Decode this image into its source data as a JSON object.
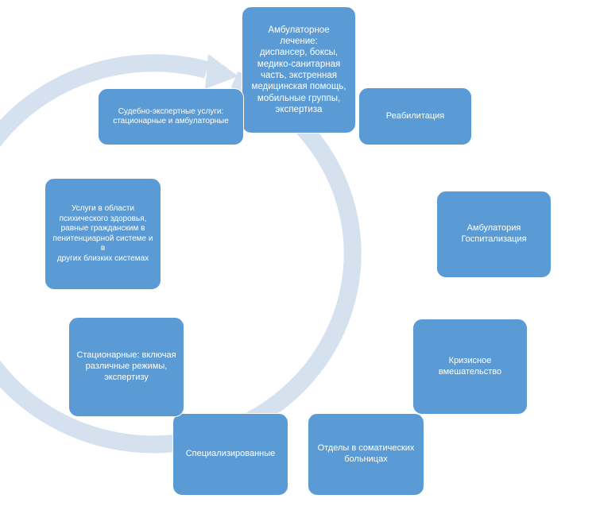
{
  "diagram": {
    "colors": {
      "node_fill": "#5b9bd5",
      "node_border": "#ffffff",
      "node_text": "#ffffff",
      "ring": "#d6e1f0"
    },
    "nodes": [
      {
        "id": "ambulatory-treatment",
        "text": "Амбулаторное лечение:\nдиспансер, боксы,\nмедико-санитарная\nчасть, экстренная\nмедицинская помощь,\nмобильные группы,\nэкспертиза"
      },
      {
        "id": "rehabilitation",
        "text": "Реабилитация"
      },
      {
        "id": "ambulatory-hospitalization",
        "text": "Амбулатория\nГоспитализация"
      },
      {
        "id": "crisis-intervention",
        "text": "Кризисное\nвмешательство"
      },
      {
        "id": "somatic-hospital-departments",
        "text": "Отделы в соматических\nбольницах"
      },
      {
        "id": "specialized",
        "text": "Специализированные"
      },
      {
        "id": "inpatient",
        "text": "Стационарные: включая\nразличные режимы,\nэкспертизу"
      },
      {
        "id": "penitentiary-mental-health",
        "text": "Услуги в области\nпсихического здоровья,\nравные гражданским в\nпенитенциарной системе и в\nдругих близких системах"
      },
      {
        "id": "forensic-expert-services",
        "text": "Судебно-экспертные услуги:\nстационарные и амбулаторные"
      }
    ]
  }
}
